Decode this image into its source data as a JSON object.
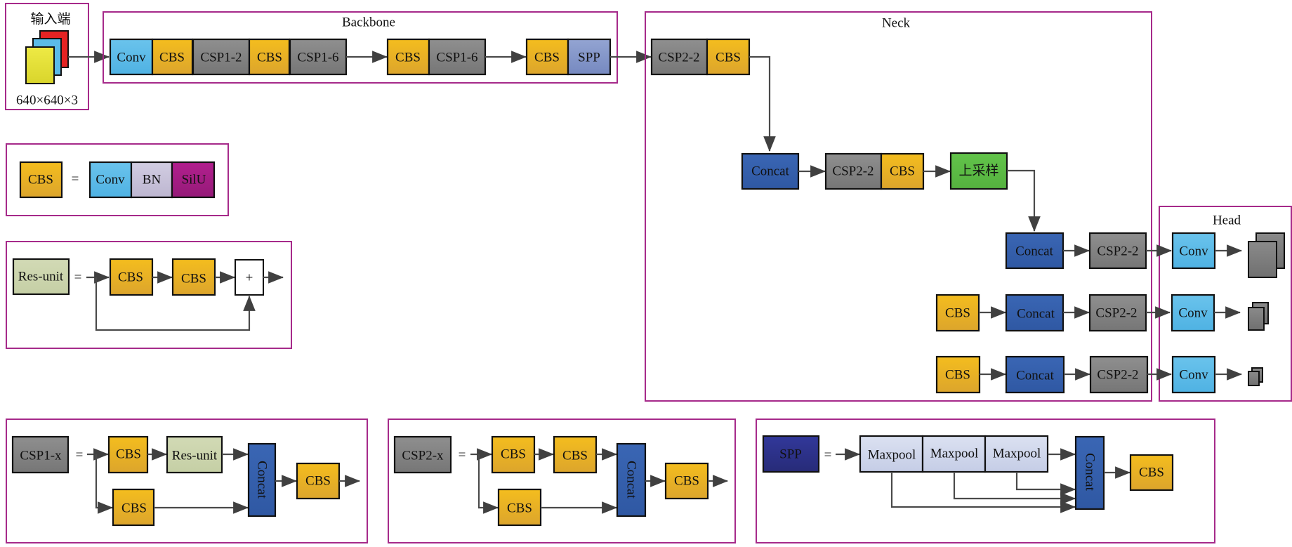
{
  "colors": {
    "frame": "#a62a8a",
    "conv": "#5bbbe8",
    "cbs": "#edb21f",
    "csp": "#858585",
    "spp_backbone": "#8496c8",
    "concat": "#3560ad",
    "upsample": "#5cbb45",
    "bn": "#c9c3da",
    "silu": "#a41c83",
    "resunit": "#ccd5ae",
    "maxpool": "#d1d8ec",
    "spp_def": "#2e3388",
    "plus": "#ffffff",
    "img_red": "#e42323",
    "img_blue": "#5bbbe8",
    "img_yellow": "#ebe83a",
    "output_map": "#7f7f7f"
  },
  "input": {
    "title": "输入端",
    "size": "640×640×3"
  },
  "backbone": {
    "title": "Backbone",
    "blocks": [
      "Conv",
      "CBS",
      "CSP1-2",
      "CBS",
      "CSP1-6",
      "CBS",
      "CSP1-6",
      "CBS",
      "SPP"
    ]
  },
  "neck": {
    "title": "Neck",
    "blocks": [
      "CSP2-2",
      "CBS",
      "Concat",
      "CSP2-2",
      "CBS",
      "上采样",
      "Concat",
      "CSP2-2",
      "CBS",
      "Concat",
      "CSP2-2",
      "CBS",
      "Concat",
      "CSP2-2"
    ]
  },
  "head": {
    "title": "Head",
    "blocks": [
      "Conv",
      "Conv",
      "Conv"
    ],
    "outputs": [
      "large-scale-output",
      "medium-scale-output",
      "small-scale-output"
    ]
  },
  "legend_cbs": {
    "name": "CBS",
    "equals": "=",
    "parts": [
      "Conv",
      "BN",
      "SilU"
    ]
  },
  "legend_resunit": {
    "name": "Res-unit",
    "equals": "=",
    "parts": [
      "CBS",
      "CBS",
      "+"
    ]
  },
  "legend_csp1": {
    "name": "CSP1-x",
    "equals": "=",
    "parts": [
      "CBS",
      "Res-unit",
      "CBS",
      "Concat",
      "CBS"
    ]
  },
  "legend_csp2": {
    "name": "CSP2-x",
    "equals": "=",
    "parts": [
      "CBS",
      "CBS",
      "CBS",
      "Concat",
      "CBS"
    ]
  },
  "legend_spp": {
    "name": "SPP",
    "equals": "=",
    "parts": [
      "Maxpool",
      "Maxpool",
      "Maxpool",
      "Concat",
      "CBS"
    ]
  }
}
